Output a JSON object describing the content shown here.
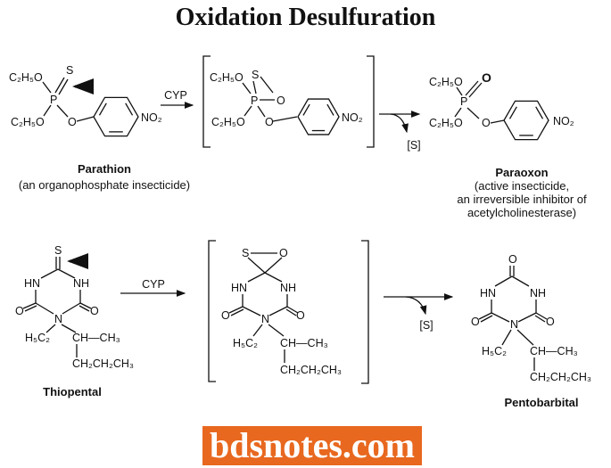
{
  "title": "Oxidation Desulfuration",
  "reaction1": {
    "parathion": {
      "name": "Parathion",
      "description": "(an organophosphate insecticide)",
      "atoms": {
        "ethoxy_top": "C₂H₅O",
        "ethoxy_bottom": "C₂H₅O",
        "s": "S",
        "p": "P",
        "o": "O",
        "no2": "NO₂"
      }
    },
    "enzyme": "CYP",
    "intermediate": {
      "atoms": {
        "ethoxy_top": "C₂H₅O",
        "ethoxy_bottom": "C₂H₅O",
        "s": "S",
        "p": "P",
        "o_ring": "O",
        "o": "O",
        "no2": "NO₂"
      }
    },
    "byproduct": "[S]",
    "paraoxon": {
      "name": "Paraoxon",
      "description": [
        "(active insecticide,",
        "an irreversible inhibitor of",
        "acetylcholinesterase)"
      ],
      "atoms": {
        "ethoxy_top": "C₂H₅O",
        "ethoxy_bottom": "C₂H₅O",
        "o_double": "O",
        "p": "P",
        "o": "O",
        "no2": "NO₂"
      }
    }
  },
  "reaction2": {
    "thiopental": {
      "name": "Thiopental",
      "atoms": {
        "s": "S",
        "hn": "HN",
        "nh": "NH",
        "o_left": "O",
        "o_right": "O",
        "n": "N",
        "ethyl": "H₅C₂",
        "branch": "CH—CH₃",
        "propyl": "CH₂CH₂CH₃"
      }
    },
    "enzyme": "CYP",
    "intermediate": {
      "atoms": {
        "s": "S",
        "o_ring": "O",
        "hn": "HN",
        "nh": "NH",
        "o_left": "O",
        "o_right": "O",
        "n": "N",
        "ethyl": "H₅C₂",
        "branch": "CH—CH₃",
        "propyl": "CH₂CH₂CH₃"
      }
    },
    "byproduct": "[S]",
    "pentobarbital": {
      "name": "Pentobarbital",
      "atoms": {
        "o_top": "O",
        "hn": "HN",
        "nh": "NH",
        "o_left": "O",
        "o_right": "O",
        "n": "N",
        "ethyl": "H₅C₂",
        "branch": "CH—CH₃",
        "propyl": "CH₂CH₂CH₃"
      }
    }
  },
  "watermark": "bdsnotes.com"
}
